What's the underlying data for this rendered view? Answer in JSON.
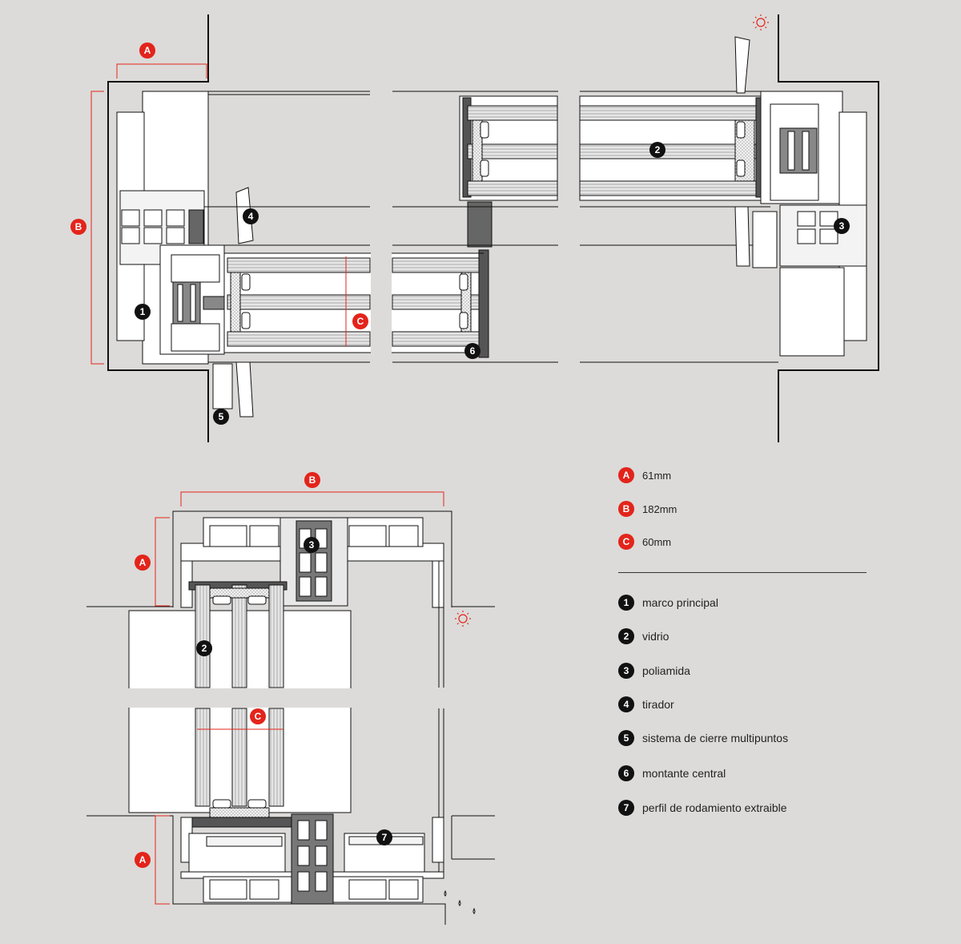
{
  "colors": {
    "dimension": "#e3241b",
    "badge_dark": "#111111",
    "line": "#111111",
    "fill": "#ffffff",
    "dark_fill": "#555555",
    "background": "#dcdbd9"
  },
  "callouts": {
    "top": [
      {
        "id": "A",
        "color": "red"
      },
      {
        "id": "B",
        "color": "red"
      },
      {
        "id": "C",
        "color": "red"
      },
      {
        "id": "1",
        "color": "black"
      },
      {
        "id": "2",
        "color": "black"
      },
      {
        "id": "3",
        "color": "black"
      },
      {
        "id": "4",
        "color": "black"
      },
      {
        "id": "5",
        "color": "black"
      },
      {
        "id": "6",
        "color": "black"
      }
    ],
    "bottom": [
      {
        "id": "B",
        "color": "red"
      },
      {
        "id": "A",
        "color": "red"
      },
      {
        "id": "C",
        "color": "red"
      },
      {
        "id": "A",
        "color": "red"
      },
      {
        "id": "2",
        "color": "black"
      },
      {
        "id": "3",
        "color": "black"
      },
      {
        "id": "7",
        "color": "black"
      }
    ]
  },
  "icons": {
    "sun": "sun-icon",
    "rain": "rain-drops-icon"
  },
  "legend": {
    "dimensions": [
      {
        "key": "A",
        "text": "61mm"
      },
      {
        "key": "B",
        "text": "182mm"
      },
      {
        "key": "C",
        "text": "60mm"
      }
    ],
    "parts": [
      {
        "key": "1",
        "text": "marco principal"
      },
      {
        "key": "2",
        "text": "vidrio"
      },
      {
        "key": "3",
        "text": "poliamida"
      },
      {
        "key": "4",
        "text": "tirador"
      },
      {
        "key": "5",
        "text": "sistema de cierre multipuntos"
      },
      {
        "key": "6",
        "text": "montante central"
      },
      {
        "key": "7",
        "text": "perfil de rodamiento extraible"
      }
    ]
  }
}
